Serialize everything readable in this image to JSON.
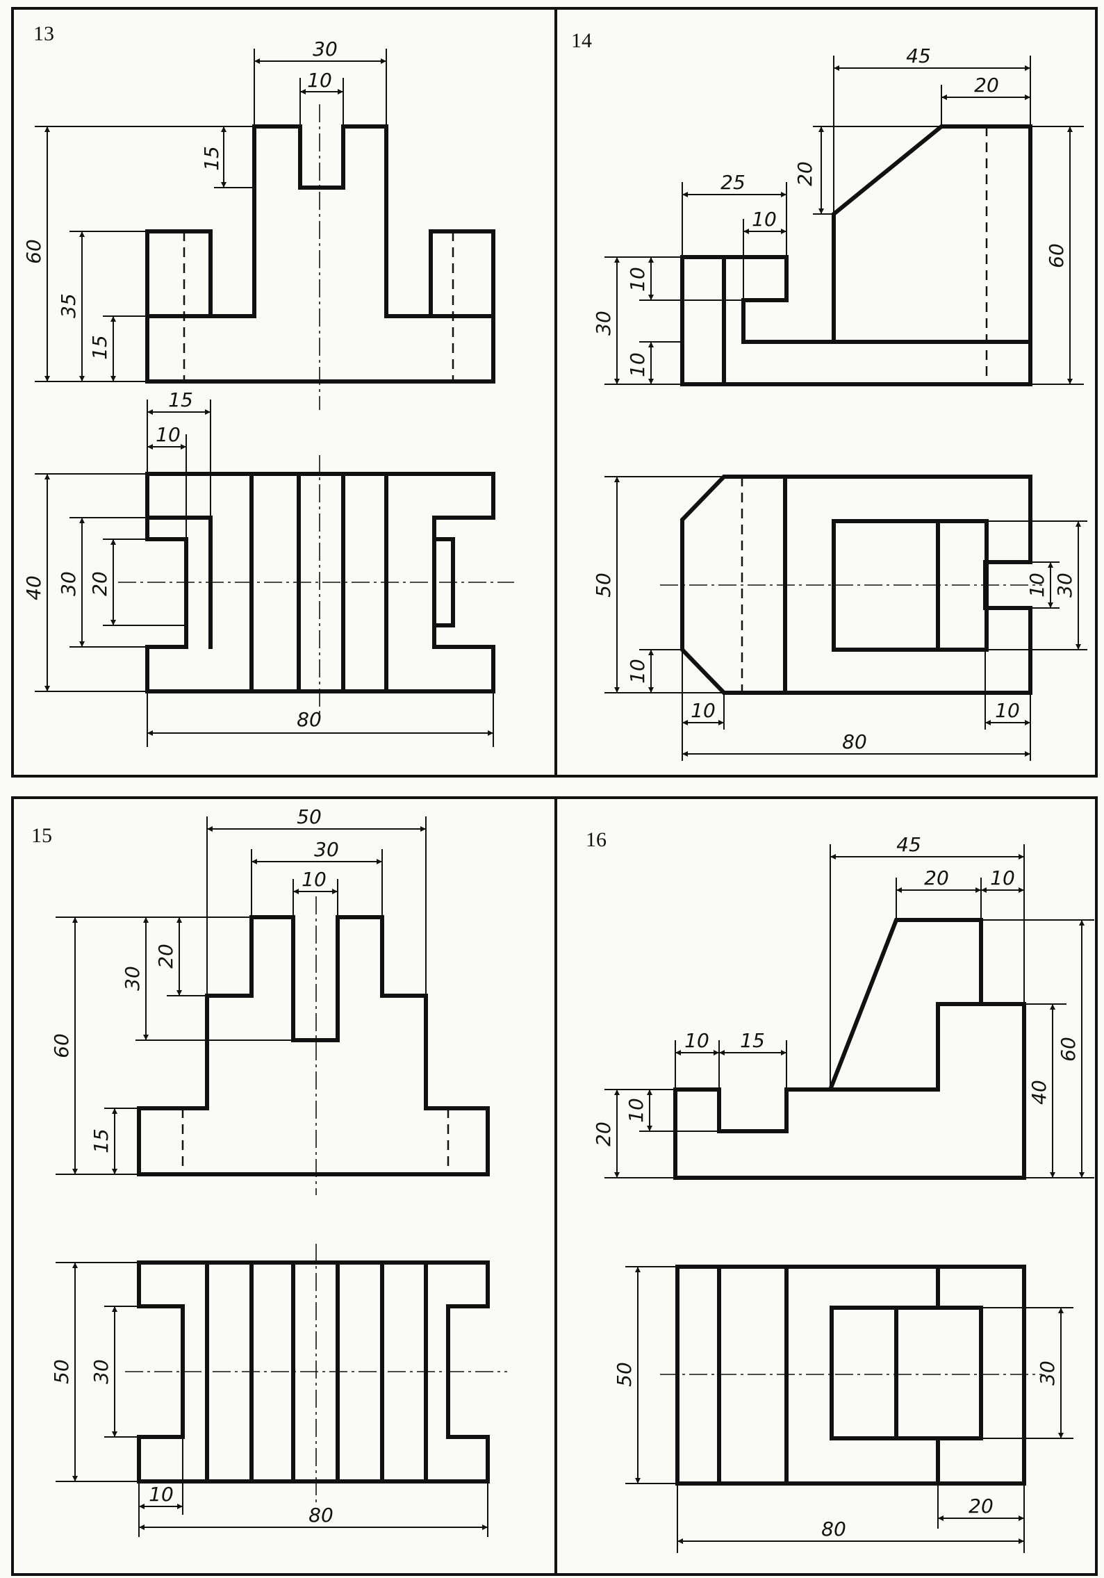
{
  "panels": [
    {
      "number": "13",
      "dimensions": [
        "30",
        "10",
        "15",
        "60",
        "35",
        "15",
        "15",
        "10",
        "40",
        "30",
        "20",
        "80"
      ]
    },
    {
      "number": "14",
      "dimensions": [
        "45",
        "20",
        "20",
        "25",
        "10",
        "60",
        "10",
        "30",
        "10",
        "50",
        "10",
        "30",
        "10",
        "10",
        "10",
        "80"
      ]
    },
    {
      "number": "15",
      "dimensions": [
        "50",
        "30",
        "10",
        "20",
        "30",
        "60",
        "15",
        "50",
        "30",
        "10",
        "80"
      ]
    },
    {
      "number": "16",
      "dimensions": [
        "45",
        "20",
        "10",
        "10",
        "15",
        "10",
        "20",
        "40",
        "60",
        "50",
        "30",
        "20",
        "80"
      ]
    }
  ]
}
